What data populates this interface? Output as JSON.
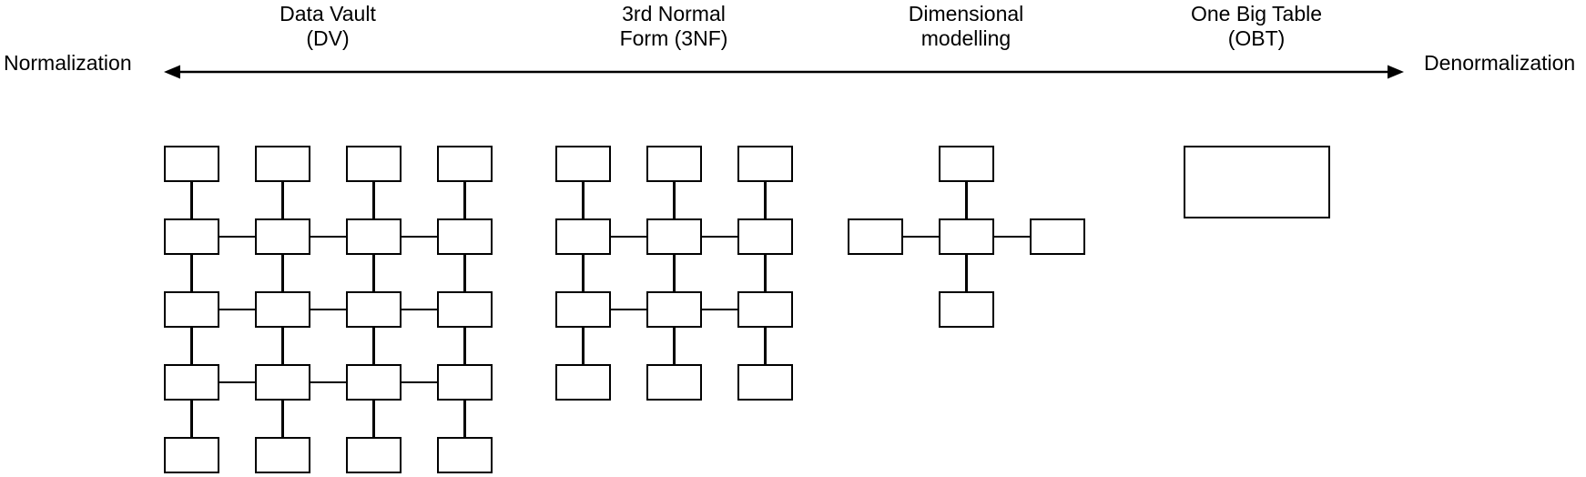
{
  "spectrum": {
    "left_label": "Normalization",
    "right_label": "Denormalization",
    "methods": [
      {
        "id": "data-vault",
        "line1": "Data Vault",
        "line2": "(DV)"
      },
      {
        "id": "3nf",
        "line1": "3rd Normal",
        "line2": "Form (3NF)"
      },
      {
        "id": "dimensional",
        "line1": "Dimensional",
        "line2": "modelling"
      },
      {
        "id": "obt",
        "line1": "One Big Table",
        "line2": "(OBT)"
      }
    ]
  },
  "diagram": {
    "background_color": "#ffffff",
    "line_color": "#000000",
    "box_fill_color": "#ffffff",
    "groups": [
      {
        "id": "data-vault",
        "type": "grid",
        "rows": 5,
        "cols": 4,
        "horizontal_link_rows": [
          2,
          3,
          4
        ]
      },
      {
        "id": "3nf",
        "type": "grid",
        "rows": 4,
        "cols": 3,
        "horizontal_link_rows": [
          2,
          3
        ]
      },
      {
        "id": "dimensional",
        "type": "star",
        "satellites": [
          "top",
          "left",
          "right",
          "bottom"
        ]
      },
      {
        "id": "obt",
        "type": "single"
      }
    ]
  }
}
